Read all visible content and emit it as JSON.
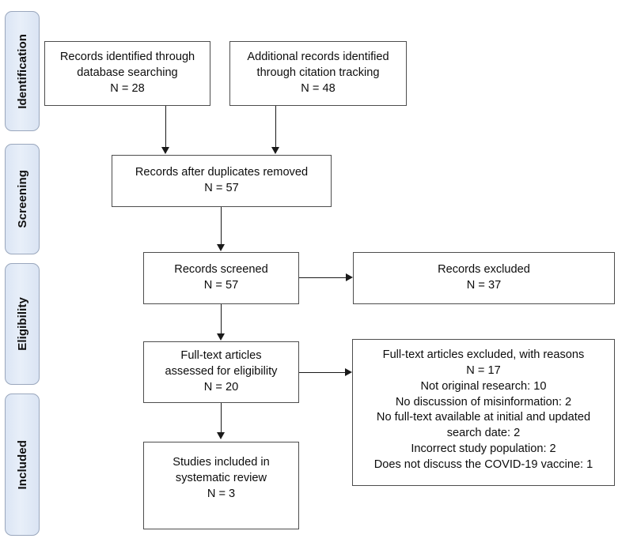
{
  "diagram": {
    "type": "prisma-flow-diagram",
    "stages": [
      {
        "id": "identification",
        "label": "Identification"
      },
      {
        "id": "screening",
        "label": "Screening"
      },
      {
        "id": "eligibility",
        "label": "Eligibility"
      },
      {
        "id": "included",
        "label": "Included"
      }
    ],
    "nodes": {
      "database_search": {
        "lines": [
          "Records identified through",
          "database searching",
          "N = 28"
        ]
      },
      "citation_tracking": {
        "lines": [
          "Additional records identified",
          "through citation tracking",
          "N = 48"
        ]
      },
      "duplicates_removed": {
        "lines": [
          "Records after duplicates removed",
          "N = 57"
        ]
      },
      "records_screened": {
        "lines": [
          "Records screened",
          "N = 57"
        ]
      },
      "records_excluded": {
        "lines": [
          "Records excluded",
          "N = 37"
        ]
      },
      "fulltext_assessed": {
        "lines": [
          "Full-text articles",
          "assessed for eligibility",
          "N = 20"
        ]
      },
      "fulltext_excluded": {
        "lines": [
          "Full-text articles excluded, with reasons",
          "N = 17",
          "Not original research: 10",
          "No discussion of misinformation: 2",
          "No full-text available at initial and updated",
          "search date: 2",
          "Incorrect study population: 2",
          "Does not discuss the COVID-19 vaccine: 1"
        ]
      },
      "studies_included": {
        "lines": [
          "Studies included in",
          "systematic review",
          "N = 3"
        ]
      }
    },
    "colors": {
      "stage_fill": "#e4ecf7",
      "stage_border": "#9aa7bd",
      "box_border": "#4d4d4d",
      "connector": "#1a1a1a",
      "text": "#0d0d0d",
      "background": "#ffffff"
    }
  }
}
